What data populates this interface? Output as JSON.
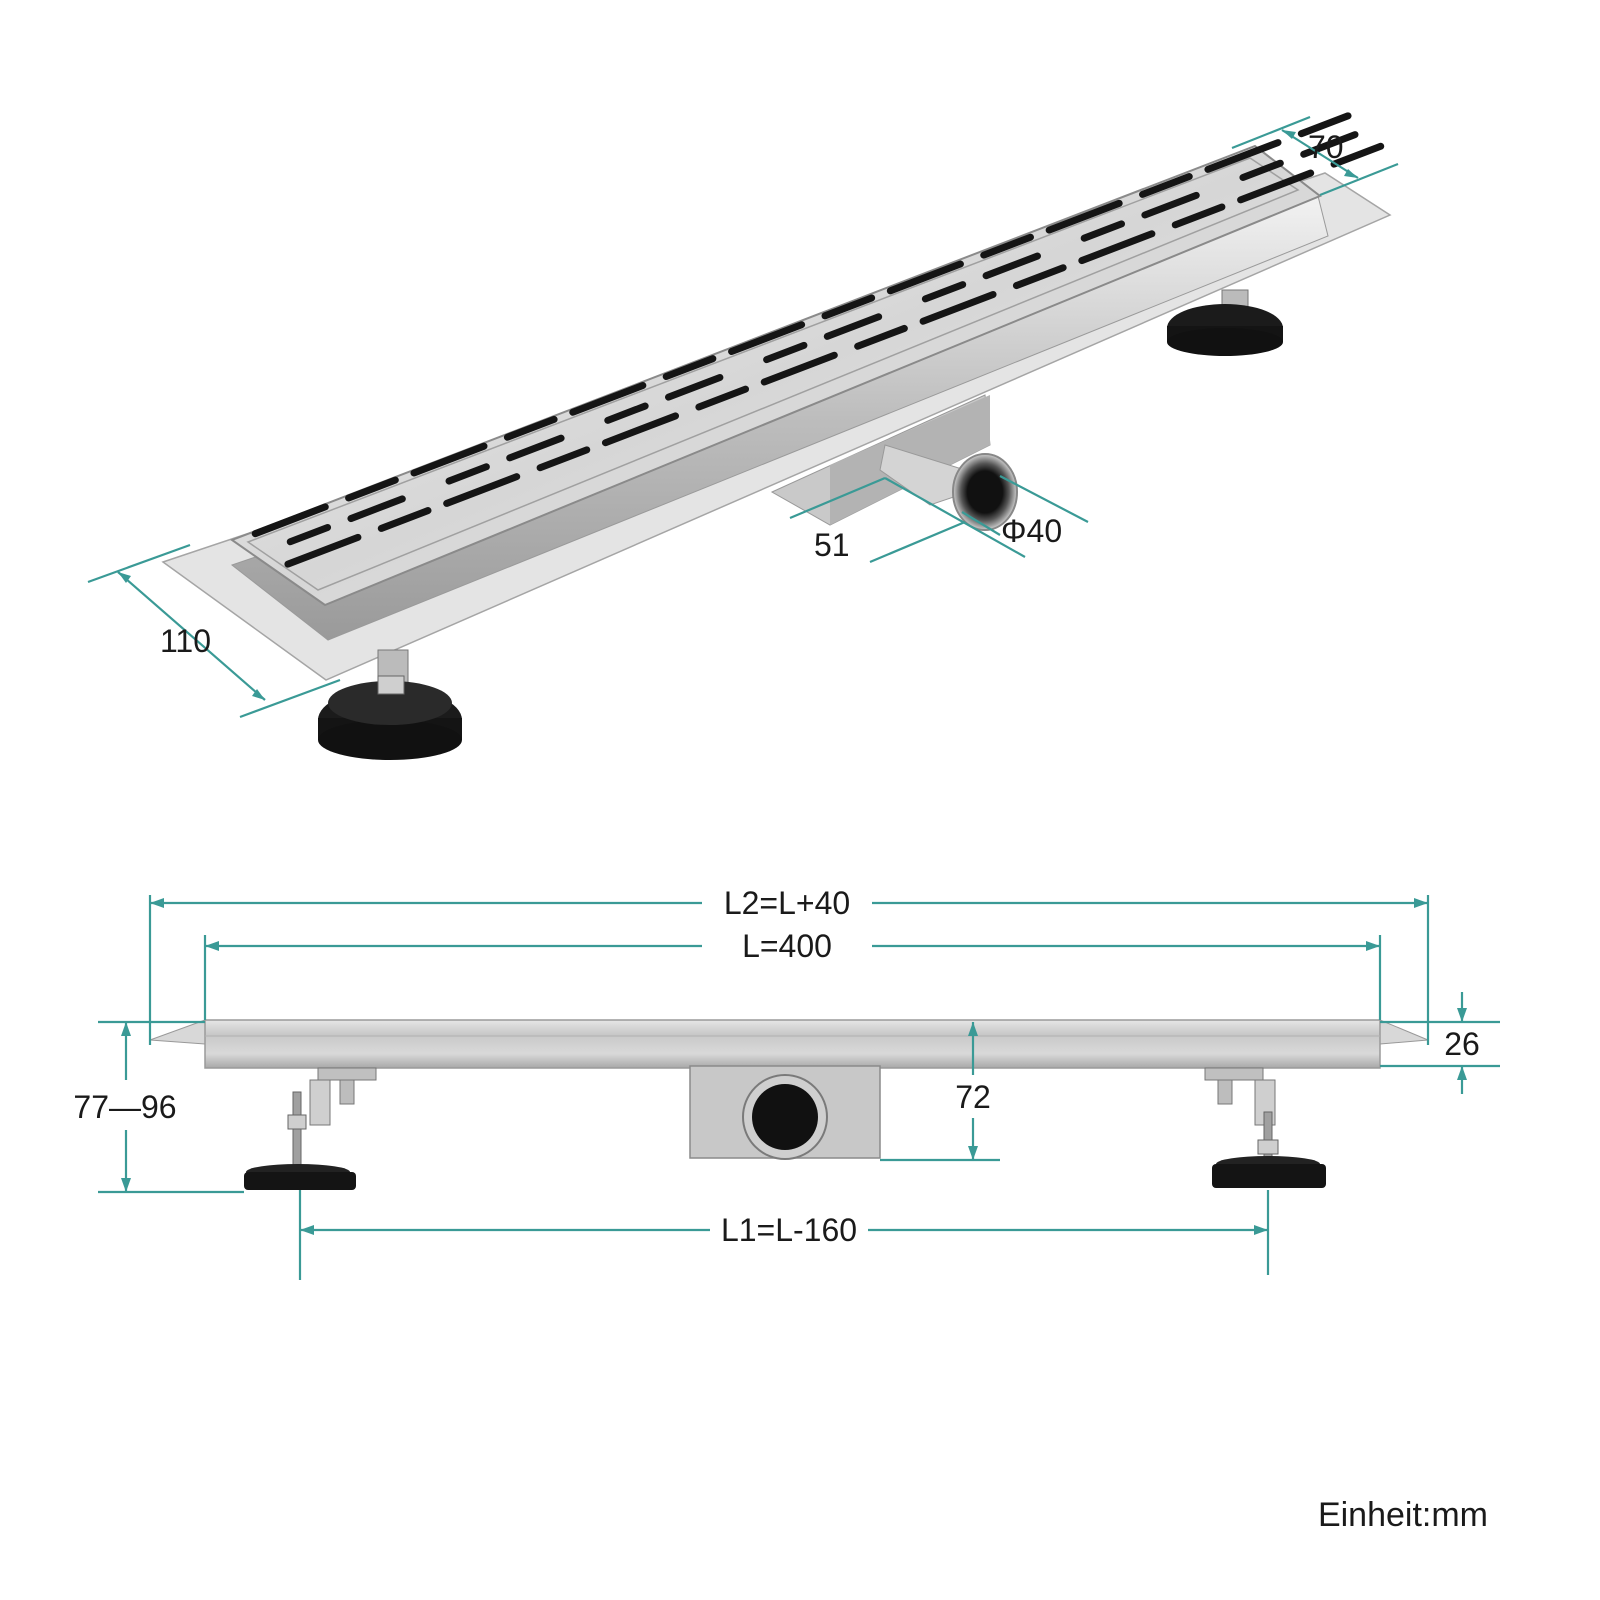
{
  "colors": {
    "dimension_line": "#3a9a96",
    "steel_light": "#e9e9e9",
    "steel_mid": "#c4c4c4",
    "steel_dark": "#8f8f8f",
    "rubber": "#1b1b1b",
    "text": "#1a1a1a"
  },
  "perspective_view": {
    "dim_width_grate": "70",
    "dim_width_flange": "110",
    "dim_outlet_offset": "51",
    "dim_outlet_diameter": "Φ40"
  },
  "side_view": {
    "dim_total_length": "L2=L+40",
    "dim_length": "L=400",
    "dim_feet_spacing": "L1=L-160",
    "dim_height_range": "77—96",
    "dim_body_height": "72",
    "dim_flange_height": "26"
  },
  "unit_label": "Einheit:mm"
}
